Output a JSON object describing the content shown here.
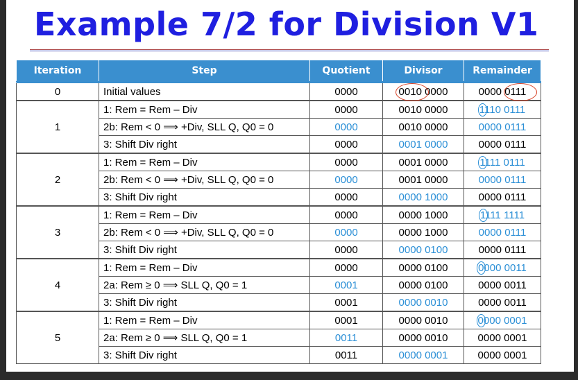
{
  "title": "Example 7/2 for Division V1",
  "headers": [
    "Iteration",
    "Step",
    "Quotient",
    "Divisor",
    "Remainder"
  ],
  "colors": {
    "title": "#1f1fe0",
    "header_bg": "#3a8fcf",
    "highlight": "#2b8fd6",
    "oval": "#d9452a"
  },
  "rows": [
    {
      "iter": "0",
      "step": "Initial values",
      "quot": "0000",
      "div": "0010 0000",
      "rem": "0000 0111",
      "hl": []
    },
    {
      "iter": "1",
      "step": "1:  Rem = Rem – Div",
      "quot": "0000",
      "div": "0010 0000",
      "rem": "1110 0111",
      "hl": [
        "rem"
      ]
    },
    {
      "iter": "",
      "step": "2b:  Rem < 0 ⟹ +Div, SLL Q, Q0 = 0",
      "quot": "0000",
      "div": "0010 0000",
      "rem": "0000 0111",
      "hl": [
        "quot",
        "rem"
      ]
    },
    {
      "iter": "",
      "step": "3:  Shift Div right",
      "quot": "0000",
      "div": "0001 0000",
      "rem": "0000 0111",
      "hl": [
        "div"
      ]
    },
    {
      "iter": "2",
      "step": "1:  Rem = Rem – Div",
      "quot": "0000",
      "div": "0001 0000",
      "rem": "1111 0111",
      "hl": [
        "rem"
      ]
    },
    {
      "iter": "",
      "step": "2b:  Rem < 0 ⟹ +Div, SLL Q, Q0 = 0",
      "quot": "0000",
      "div": "0001 0000",
      "rem": "0000 0111",
      "hl": [
        "quot",
        "rem"
      ]
    },
    {
      "iter": "",
      "step": "3:  Shift Div right",
      "quot": "0000",
      "div": "0000 1000",
      "rem": "0000 0111",
      "hl": [
        "div"
      ]
    },
    {
      "iter": "3",
      "step": "1:  Rem = Rem – Div",
      "quot": "0000",
      "div": "0000 1000",
      "rem": "1111 1111",
      "hl": [
        "rem"
      ]
    },
    {
      "iter": "",
      "step": "2b:  Rem < 0 ⟹ +Div, SLL Q, Q0 = 0",
      "quot": "0000",
      "div": "0000 1000",
      "rem": "0000 0111",
      "hl": [
        "quot",
        "rem"
      ]
    },
    {
      "iter": "",
      "step": "3:  Shift Div right",
      "quot": "0000",
      "div": "0000 0100",
      "rem": "0000 0111",
      "hl": [
        "div"
      ]
    },
    {
      "iter": "4",
      "step": "1:  Rem = Rem – Div",
      "quot": "0000",
      "div": "0000 0100",
      "rem": "0000 0011",
      "hl": [
        "rem"
      ]
    },
    {
      "iter": "",
      "step": "2a:  Rem ≥ 0 ⟹ SLL Q, Q0 = 1",
      "quot": "0001",
      "div": "0000 0100",
      "rem": "0000 0011",
      "hl": [
        "quot"
      ]
    },
    {
      "iter": "",
      "step": "3:  Shift Div right",
      "quot": "0001",
      "div": "0000 0010",
      "rem": "0000 0011",
      "hl": [
        "div"
      ]
    },
    {
      "iter": "5",
      "step": "1:  Rem = Rem – Div",
      "quot": "0001",
      "div": "0000 0010",
      "rem": "0000 0001",
      "hl": [
        "rem"
      ]
    },
    {
      "iter": "",
      "step": "2a:  Rem ≥ 0 ⟹ SLL Q, Q0 = 1",
      "quot": "0011",
      "div": "0000 0010",
      "rem": "0000 0001",
      "hl": [
        "quot"
      ]
    },
    {
      "iter": "",
      "step": "3:  Shift Div right",
      "quot": "0011",
      "div": "0000 0001",
      "rem": "0000 0001",
      "hl": [
        "div"
      ]
    }
  ]
}
